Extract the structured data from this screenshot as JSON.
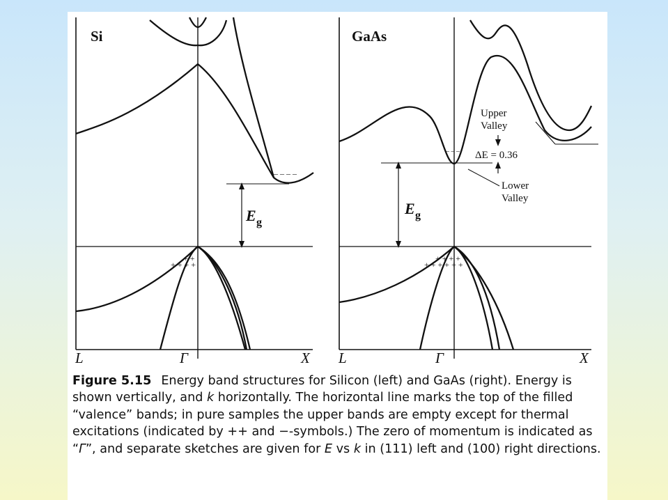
{
  "panels": {
    "si": {
      "title": "Si",
      "label_left": "L",
      "label_center": "Γ",
      "label_right": "X",
      "gap_label": "E",
      "gap_subscript": "g",
      "holes": "+ +",
      "holes2": "+ + + +",
      "electrons": "– – – –"
    },
    "gaas": {
      "title": "GaAs",
      "label_left": "L",
      "label_center": "Γ",
      "label_right": "X",
      "gap_label": "E",
      "gap_subscript": "g",
      "upper_valley_line1": "Upper",
      "upper_valley_line2": "Valley",
      "delta_e": "ΔE = 0.36",
      "lower_valley_line1": "Lower",
      "lower_valley_line2": "Valley",
      "holes": "+ + + +",
      "holes2": "+ + + + + +",
      "electrons": "– – –"
    }
  },
  "caption": {
    "figure_label": "Figure 5.15",
    "text_parts": {
      "p1": "Energy band structures for Silicon (left) and GaAs (right). Energy is shown vertically, and ",
      "k1": "k",
      "p2": " horizontally. The horizontal line marks the top of the filled “valence” bands; in pure samples the upper bands are empty except for thermal excitations (indicated by ++ and −-symbols.) The zero of momentum is indicated as “",
      "gamma": "Γ",
      "p3": "”, and separate sketches are given for ",
      "e": "E",
      "p4": " vs ",
      "k2": "k",
      "p5": " in (111) left and (100) right directions."
    }
  }
}
